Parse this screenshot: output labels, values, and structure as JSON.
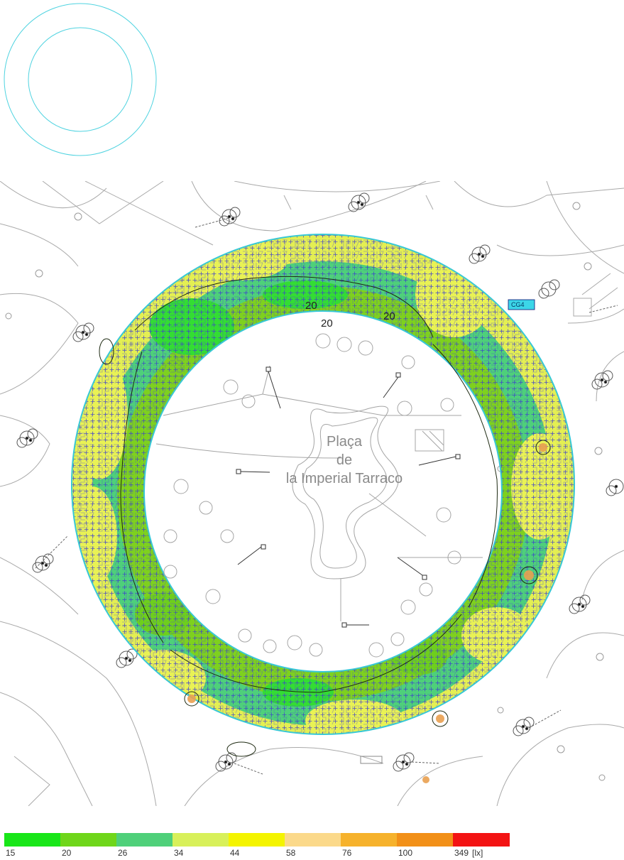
{
  "map": {
    "place_name": [
      "Plaça",
      "de",
      "la Imperial Tarraco"
    ],
    "luminaire_tag": "CG4",
    "contour_labels": [
      "20",
      "20",
      "20"
    ],
    "ring_colors": {
      "outer": "#e4ef52",
      "middle": "#4ed07a",
      "inner": "#7ed11e",
      "boundary": "#38c8d6"
    }
  },
  "legend": {
    "unit": "[lx]",
    "levels": [
      {
        "value": "15",
        "color": "#19e619"
      },
      {
        "value": "20",
        "color": "#6fd61a"
      },
      {
        "value": "26",
        "color": "#4fd07a"
      },
      {
        "value": "34",
        "color": "#d8f05a"
      },
      {
        "value": "44",
        "color": "#f4f400"
      },
      {
        "value": "58",
        "color": "#fbd98a"
      },
      {
        "value": "76",
        "color": "#f6b22c"
      },
      {
        "value": "100",
        "color": "#f29018"
      },
      {
        "value": "349",
        "color": "#f31313"
      }
    ]
  }
}
